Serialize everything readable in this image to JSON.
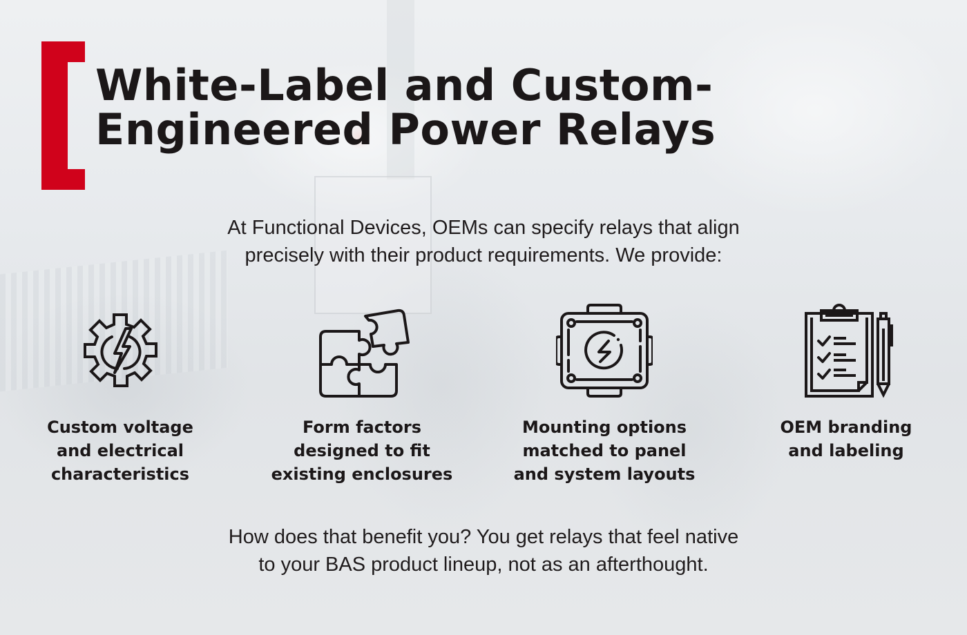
{
  "colors": {
    "accent": "#d0021b",
    "text": "#1b1718",
    "background": "#e6e9ec"
  },
  "header": {
    "title_lines": [
      "White-Label and Custom-",
      "Engineered Power Relays"
    ]
  },
  "intro": {
    "lines": [
      "At Functional Devices, OEMs can specify relays that align",
      "precisely with their product requirements. We provide:"
    ]
  },
  "features": [
    {
      "icon": "gear-lightning-icon",
      "lines": [
        "Custom voltage",
        "and electrical",
        "characteristics"
      ]
    },
    {
      "icon": "puzzle-icon",
      "lines": [
        "Form factors",
        "designed to fit",
        "existing enclosures"
      ]
    },
    {
      "icon": "junction-box-icon",
      "lines": [
        "Mounting options",
        "matched to panel",
        "and system layouts"
      ]
    },
    {
      "icon": "clipboard-checklist-icon",
      "lines": [
        "OEM branding",
        "and labeling"
      ]
    }
  ],
  "benefit": {
    "lines": [
      "How does that benefit you? You get relays that feel native",
      "to your BAS product lineup, not as an afterthought."
    ]
  }
}
